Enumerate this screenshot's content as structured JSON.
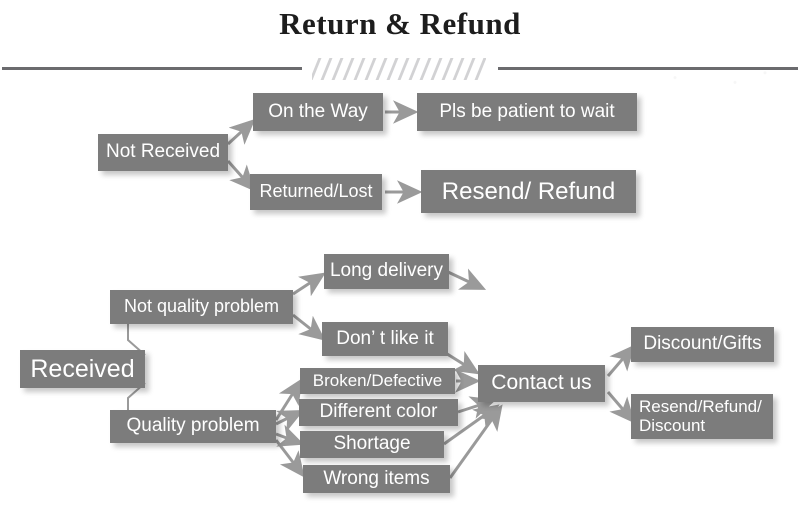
{
  "header": {
    "title": "Return & Refund",
    "divider_hatch_count": 16
  },
  "colors": {
    "box_fill": "#7c7c7c",
    "box_text": "#ffffff",
    "arrow": "#9a9a9a",
    "rule": "#6b6b6e",
    "hatch": "#d2d2d4",
    "title_text": "#1d1d1d",
    "page_background": "#ffffff"
  },
  "diagram": {
    "type": "flowchart",
    "branches": [
      {
        "id": "not-received",
        "root": "Not Received",
        "paths": [
          {
            "stage": "On the Way",
            "outcome": "Pls be patient to wait"
          },
          {
            "stage": "Returned/Lost",
            "outcome": "Resend/ Refund"
          }
        ]
      },
      {
        "id": "received",
        "root": "Received",
        "categories": [
          {
            "label": "Not quality problem",
            "reasons": [
              "Long delivery",
              "Don’ t like it"
            ]
          },
          {
            "label": "Quality problem",
            "reasons": [
              "Broken/Defective",
              "Different color",
              "Shortage",
              "Wrong items"
            ]
          }
        ],
        "action": "Contact us",
        "outcomes": [
          "Discount/Gifts",
          "Resend/Refund/\nDiscount"
        ]
      }
    ]
  },
  "nodes": {
    "not_received": "Not Received",
    "on_the_way": "On the Way",
    "pls_be_patient": "Pls be patient to wait",
    "returned_lost": "Returned/Lost",
    "resend_refund": "Resend/ Refund",
    "received": "Received",
    "not_quality_problem": "Not quality problem",
    "long_delivery": "Long delivery",
    "dont_like_it": "Don’ t like it",
    "quality_problem": "Quality problem",
    "broken_defective": "Broken/Defective",
    "different_color": "Different color",
    "shortage": "Shortage",
    "wrong_items": "Wrong items",
    "contact_us": "Contact us",
    "discount_gifts": "Discount/Gifts",
    "resend_refund_discount_line1": "Resend/Refund/",
    "resend_refund_discount_line2": "Discount"
  }
}
